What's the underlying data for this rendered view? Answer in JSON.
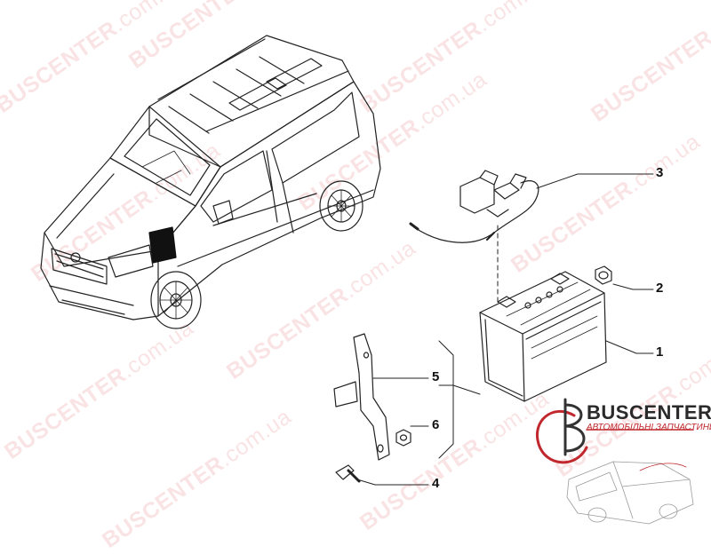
{
  "diagram": {
    "callouts": [
      "3",
      "2",
      "1",
      "5",
      "6",
      "4"
    ]
  },
  "watermark": {
    "brand": "BUSCENTER",
    "domain": ".com.ua",
    "color": "#d2232d"
  },
  "logo": {
    "name": "BUSCENTER",
    "tagline": "АВТОМОБІЛЬНІ ЗАПЧАСТИНИ",
    "accent_color": "#c0282d"
  }
}
